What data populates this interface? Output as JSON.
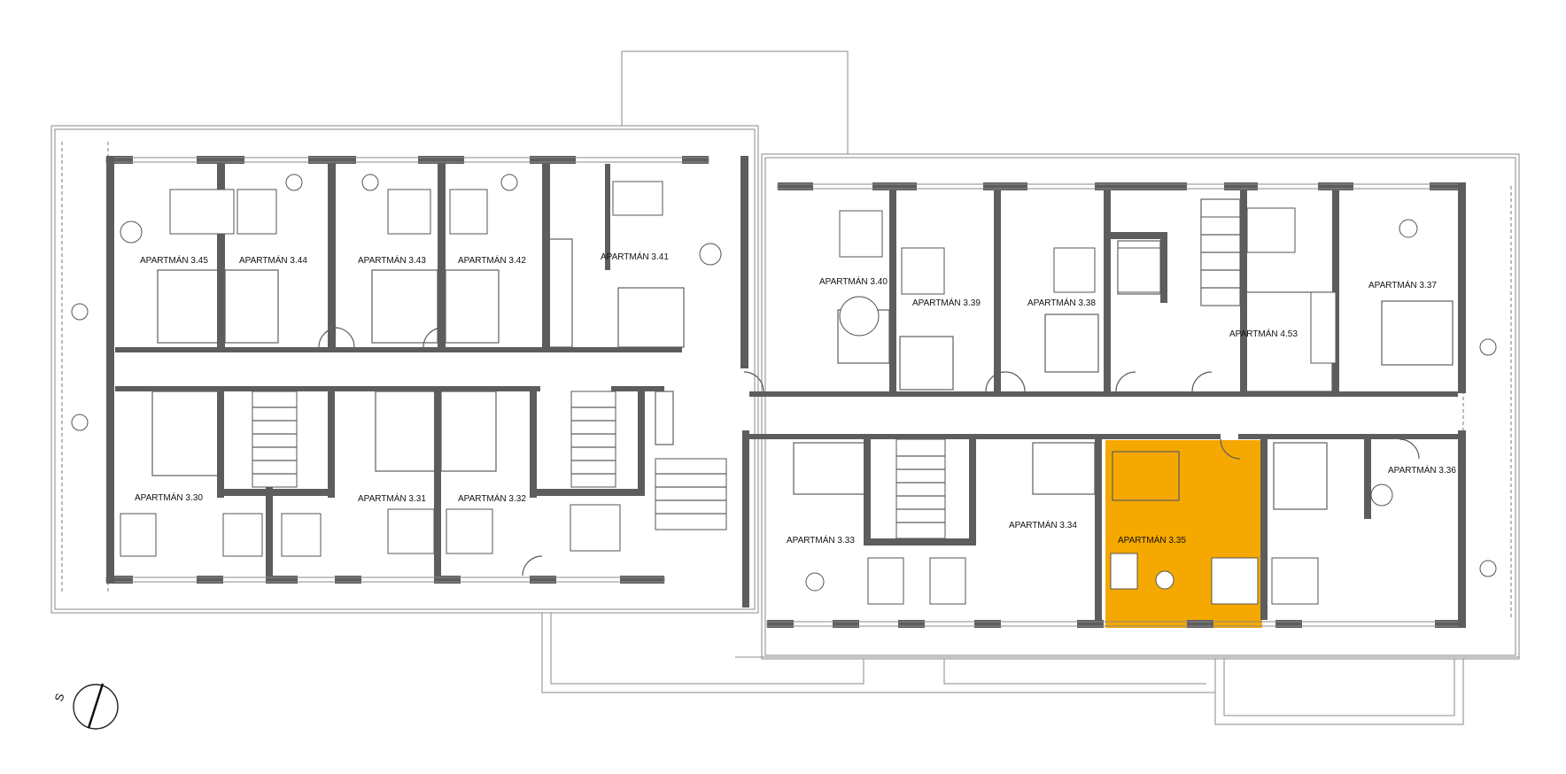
{
  "apartments": {
    "a345": "APARTMÁN 3.45",
    "a344": "APARTMÁN 3.44",
    "a343": "APARTMÁN 3.43",
    "a342": "APARTMÁN 3.42",
    "a341": "APARTMÁN 3.41",
    "a340": "APARTMÁN 3.40",
    "a339": "APARTMÁN 3.39",
    "a338": "APARTMÁN 3.38",
    "a453": "APARTMÁN 4.53",
    "a337": "APARTMÁN 3.37",
    "a330": "APARTMÁN 3.30",
    "a331": "APARTMÁN 3.31",
    "a332": "APARTMÁN 3.32",
    "a333": "APARTMÁN 3.33",
    "a334": "APARTMÁN 3.34",
    "a335": "APARTMÁN 3.35",
    "a336": "APARTMÁN 3.36"
  },
  "highlighted_apartment": "APARTMÁN 3.35",
  "highlight_color": "#f5a800",
  "wall_color": "#5d5d5d",
  "compass": {
    "letter": "S",
    "icon": "north-arrow-icon"
  }
}
